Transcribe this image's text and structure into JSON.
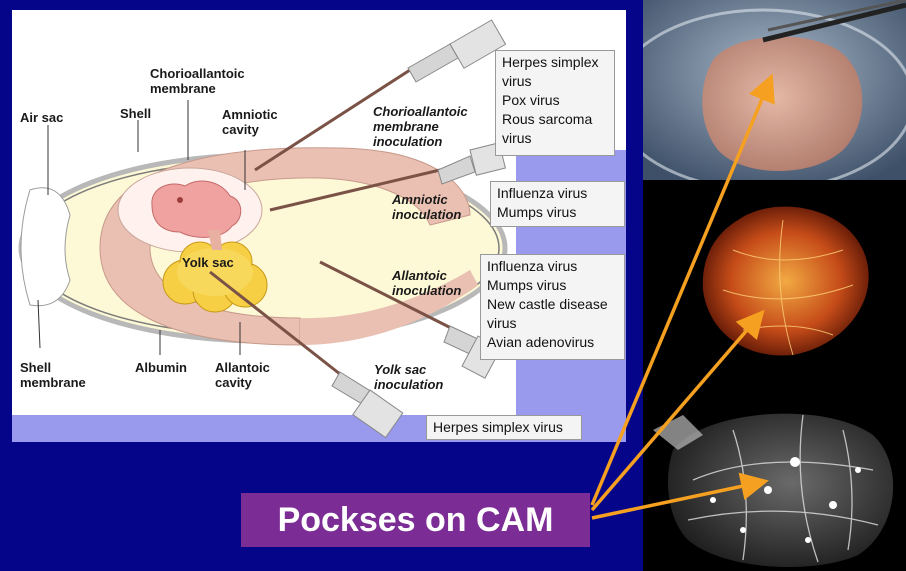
{
  "labels": {
    "air_sac": "Air sac",
    "shell": "Shell",
    "chorioallantoic_membrane": "Chorioallantoic membrane",
    "amniotic_cavity": "Amniotic cavity",
    "yolk_sac": "Yolk sac",
    "shell_membrane": "Shell membrane",
    "albumin": "Albumin",
    "allantoic_cavity": "Allantoic cavity"
  },
  "routes": {
    "cam": "Chorioallantoic membrane inoculation",
    "amniotic": "Amniotic inoculation",
    "allantoic": "Allantoic inoculation",
    "yolk": "Yolk sac inoculation"
  },
  "virus_boxes": {
    "cam": [
      "Herpes simplex virus",
      "Pox virus",
      "Rous sarcoma virus"
    ],
    "amniotic": [
      "Influenza virus",
      "Mumps virus"
    ],
    "allantoic": [
      "Influenza virus",
      "Mumps virus",
      "New castle disease virus",
      "Avian adenovirus"
    ],
    "yolk": [
      "Herpes simplex virus"
    ]
  },
  "caption": "Pockses on CAM",
  "colors": {
    "background": "#05058a",
    "arrow": "#f5a020",
    "caption_box": "#7b2d95"
  }
}
